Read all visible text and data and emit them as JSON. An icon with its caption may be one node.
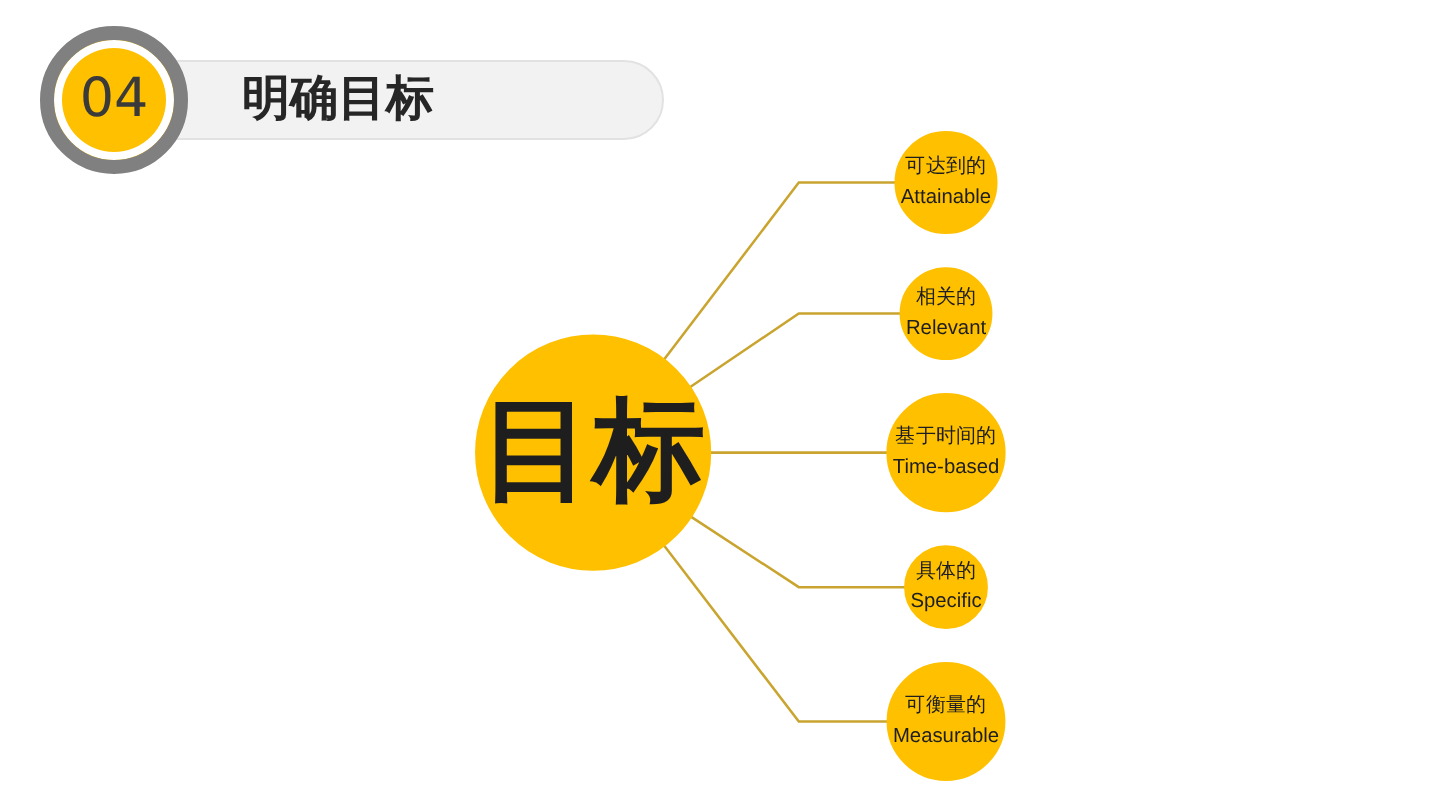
{
  "diagram": {
    "title": "明确目标",
    "nodes": [
      {
        "text": [
          "目标"
        ]
      },
      {
        "text": [
          "可达到的",
          "Attainable"
        ]
      },
      {
        "text": [
          "相关的",
          "Relevant"
        ]
      },
      {
        "text": [
          "基于时间的",
          "Time-based"
        ]
      },
      {
        "text": [
          "具体的",
          "Specific"
        ]
      },
      {
        "text": [
          "可衡量的",
          "Measurable"
        ]
      }
    ],
    "edges": [
      {
        "from": 0,
        "to": 1,
        "arrow": "none"
      },
      {
        "from": 0,
        "to": 2,
        "arrow": "none"
      },
      {
        "from": 0,
        "to": 3,
        "arrow": "none"
      },
      {
        "from": 0,
        "to": 4,
        "arrow": "none"
      },
      {
        "from": 0,
        "to": 5,
        "arrow": "none"
      }
    ],
    "labels": [
      "04"
    ]
  }
}
